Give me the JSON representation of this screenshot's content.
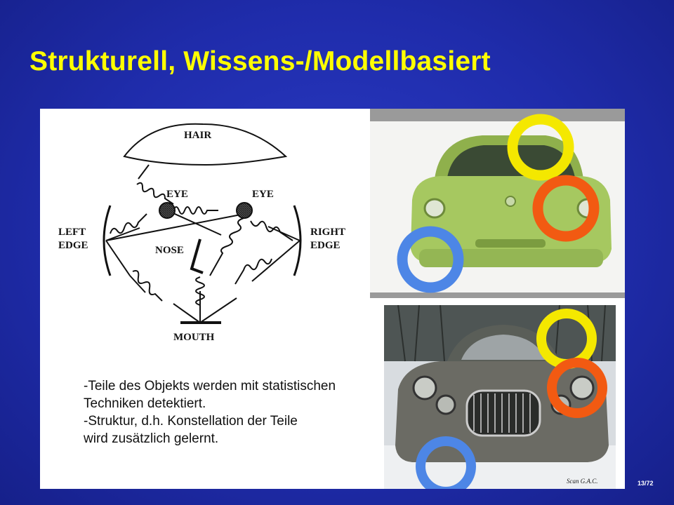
{
  "slide": {
    "title": "Strukturell, Wissens-/Modellbasiert",
    "page_number": "13/72"
  },
  "diagram": {
    "labels": {
      "hair": "HAIR",
      "eye_left": "EYE",
      "eye_right": "EYE",
      "left_edge_line1": "LEFT",
      "left_edge_line2": "EDGE",
      "right_edge_line1": "RIGHT",
      "right_edge_line2": "EDGE",
      "nose": "NOSE",
      "mouth": "MOUTH"
    }
  },
  "bullets": [
    "-Teile des Objekts werden mit statistischen",
    "Techniken detektiert.",
    "-Struktur, d.h. Konstellation der Teile",
    "wird zusätzlich gelernt."
  ],
  "photo_credit": "Scan G.A.C.",
  "colors": {
    "background": "#1f2cab",
    "title": "#ffff00",
    "ring_yellow": "#f4e800",
    "ring_orange": "#f25a12",
    "ring_blue": "#4d86e6",
    "car_green": "#a6c860",
    "car_grey": "#6b6b64"
  }
}
